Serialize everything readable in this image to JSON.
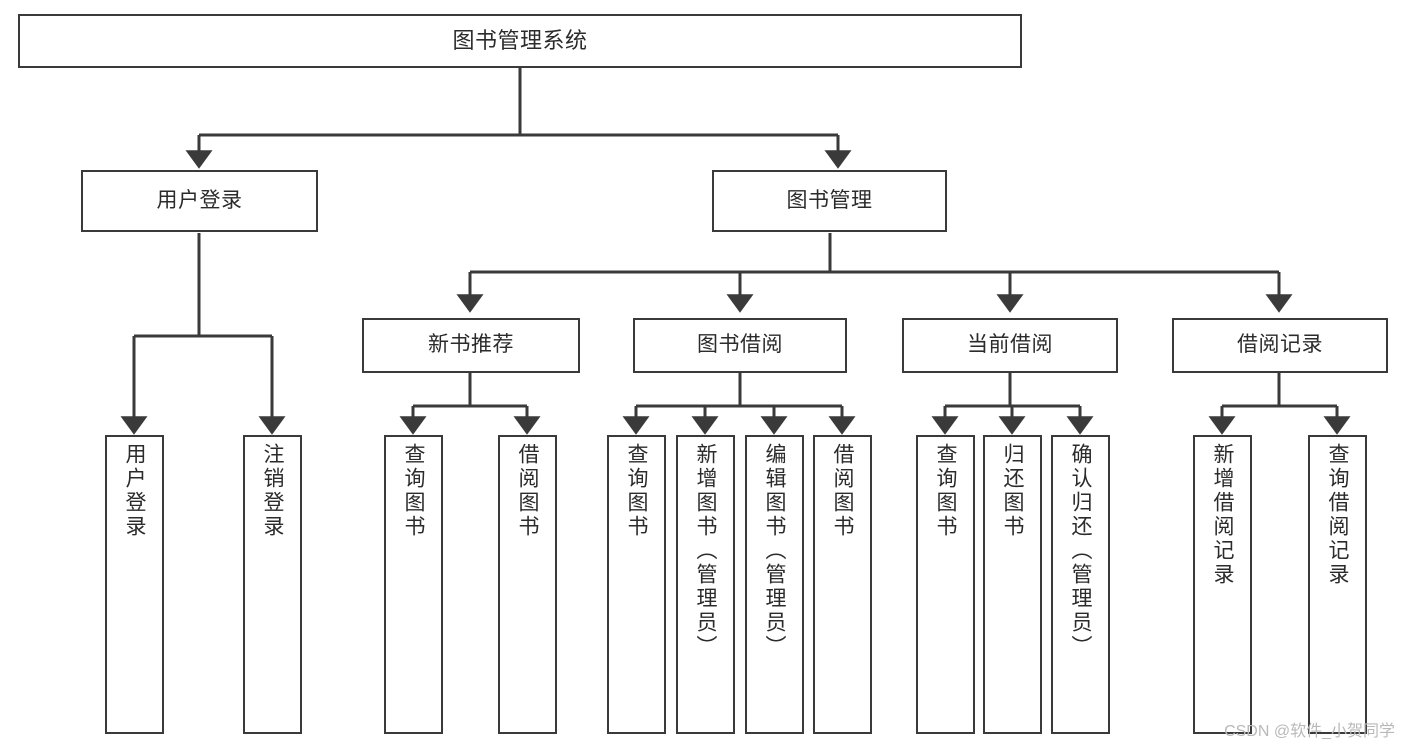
{
  "diagram": {
    "title": "图书管理系统",
    "type": "tree-hierarchy-chart",
    "watermark": "CSDN @软件_小贺同学",
    "colors": {
      "box_border": "#3a3a3a",
      "box_fill": "#ffffff",
      "connector": "#3a3a3a",
      "text": "#2b2b2b",
      "watermark": "#b9b9b9",
      "background": "#ffffff"
    }
  },
  "nodes": {
    "root": {
      "label": "图书管理系统"
    },
    "level2": [
      {
        "id": "user-login",
        "label": "用户登录"
      },
      {
        "id": "book-management",
        "label": "图书管理"
      }
    ],
    "level3": [
      {
        "id": "new-book-recommend",
        "label": "新书推荐"
      },
      {
        "id": "book-borrow",
        "label": "图书借阅"
      },
      {
        "id": "current-borrow",
        "label": "当前借阅"
      },
      {
        "id": "borrow-record",
        "label": "借阅记录"
      }
    ],
    "leaves": {
      "user_login": [
        {
          "id": "leaf-user-login",
          "label": "用户登录"
        },
        {
          "id": "leaf-logout-login",
          "label": "注销登录"
        }
      ],
      "new_book_recommend": [
        {
          "id": "leaf-query-book-1",
          "label": "查询图书"
        },
        {
          "id": "leaf-borrow-book-1",
          "label": "借阅图书"
        }
      ],
      "book_borrow": [
        {
          "id": "leaf-query-book-2",
          "label": "查询图书"
        },
        {
          "id": "leaf-add-book",
          "label": "新增图书（管理员）"
        },
        {
          "id": "leaf-edit-book",
          "label": "编辑图书（管理员）"
        },
        {
          "id": "leaf-borrow-book-2",
          "label": "借阅图书"
        }
      ],
      "current_borrow": [
        {
          "id": "leaf-query-book-3",
          "label": "查询图书"
        },
        {
          "id": "leaf-return-book",
          "label": "归还图书"
        },
        {
          "id": "leaf-confirm-return",
          "label": "确认归还（管理员）"
        }
      ],
      "borrow_record": [
        {
          "id": "leaf-add-record",
          "label": "新增借阅记录"
        },
        {
          "id": "leaf-query-record",
          "label": "查询借阅记录"
        }
      ]
    }
  }
}
